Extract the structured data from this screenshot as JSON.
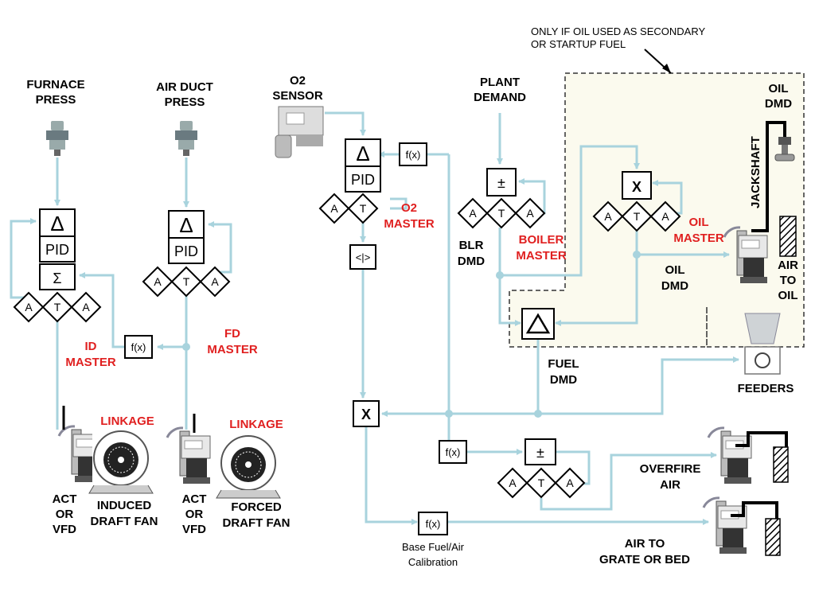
{
  "inputs": {
    "furnace_press": [
      "FURNACE",
      "PRESS"
    ],
    "air_duct_press": [
      "AIR DUCT",
      "PRESS"
    ],
    "o2_sensor": [
      "O2",
      "SENSOR"
    ],
    "plant_demand": [
      "PLANT",
      "DEMAND"
    ],
    "oil_dmd_top": [
      "OIL",
      "DMD"
    ]
  },
  "blocks": {
    "delta": "Δ",
    "pid": "PID",
    "sigma": "Σ",
    "fx": "f(x)",
    "a": "A",
    "t": "T",
    "pm": "±",
    "x": "X",
    "switch": "<|>"
  },
  "masters": {
    "id": [
      "ID",
      "MASTER"
    ],
    "fd": [
      "FD",
      "MASTER"
    ],
    "o2": [
      "O2",
      "MASTER"
    ],
    "boiler": [
      "BOILER",
      "MASTER"
    ],
    "oil": [
      "OIL",
      "MASTER"
    ]
  },
  "labels": {
    "linkage": "LINKAGE",
    "act_or_vfd": [
      "ACT",
      "OR",
      "VFD"
    ],
    "induced_fan": [
      "INDUCED",
      "DRAFT FAN"
    ],
    "forced_fan": [
      "FORCED",
      "DRAFT FAN"
    ],
    "blr_dmd": [
      "BLR",
      "DMD"
    ],
    "oil_dmd": [
      "OIL",
      "DMD"
    ],
    "fuel_dmd": [
      "FUEL",
      "DMD"
    ],
    "feeders": "FEEDERS",
    "overfire_air": [
      "OVERFIRE",
      "AIR"
    ],
    "air_to_grate": [
      "AIR TO",
      "GRATE OR BED"
    ],
    "base_calibration": [
      "Base Fuel/Air",
      "Calibration"
    ],
    "jackshaft": "JACKSHAFT",
    "air_to_oil": [
      "AIR",
      "TO",
      "OIL"
    ],
    "oil_note": [
      "ONLY IF OIL USED AS SECONDARY",
      "OR STARTUP FUEL"
    ]
  },
  "colors": {
    "signal_line": "#a8d3dd",
    "master_text": "#e02020",
    "oil_region": "#fbfaee"
  }
}
